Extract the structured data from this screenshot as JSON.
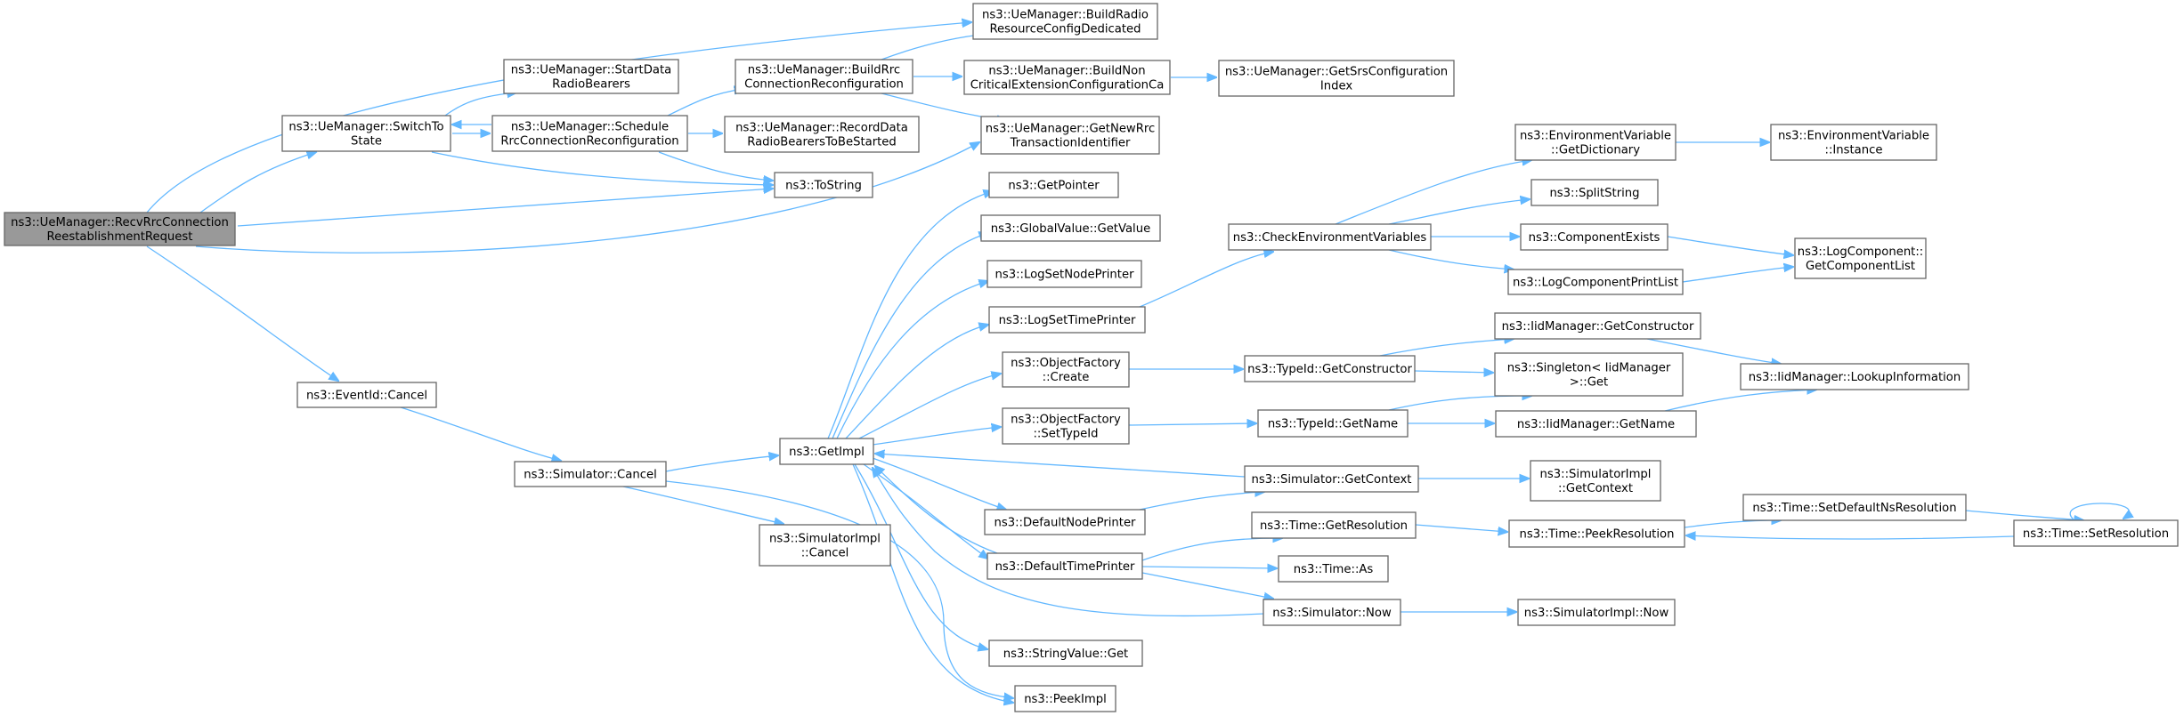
{
  "graph": {
    "colors": {
      "edge": "#63b8ff",
      "node_border": "#666666",
      "root_fill": "#999999",
      "node_fill": "#ffffff"
    },
    "nodes": [
      {
        "id": "root",
        "lines": [
          "ns3::UeManager::RecvRrcConnection",
          "ReestablishmentRequest"
        ]
      },
      {
        "id": "switchto",
        "lines": [
          "ns3::UeManager::SwitchTo",
          "State"
        ]
      },
      {
        "id": "startdata",
        "lines": [
          "ns3::UeManager::StartData",
          "RadioBearers"
        ]
      },
      {
        "id": "schedule",
        "lines": [
          "ns3::UeManager::Schedule",
          "RrcConnectionReconfiguration"
        ]
      },
      {
        "id": "buildrrc",
        "lines": [
          "ns3::UeManager::BuildRrc",
          "ConnectionReconfiguration"
        ]
      },
      {
        "id": "recorddata",
        "lines": [
          "ns3::UeManager::RecordData",
          "RadioBearersToBeStarted"
        ]
      },
      {
        "id": "tostring",
        "lines": [
          "ns3::ToString"
        ]
      },
      {
        "id": "buildradio",
        "lines": [
          "ns3::UeManager::BuildRadio",
          "ResourceConfigDedicated"
        ]
      },
      {
        "id": "buildnon",
        "lines": [
          "ns3::UeManager::BuildNon",
          "CriticalExtensionConfigurationCa"
        ]
      },
      {
        "id": "getsrs",
        "lines": [
          "ns3::UeManager::GetSrsConfiguration",
          "Index"
        ]
      },
      {
        "id": "getnewrrc",
        "lines": [
          "ns3::UeManager::GetNewRrc",
          "TransactionIdentifier"
        ]
      },
      {
        "id": "eventcancel",
        "lines": [
          "ns3::EventId::Cancel"
        ]
      },
      {
        "id": "simcancel",
        "lines": [
          "ns3::Simulator::Cancel"
        ]
      },
      {
        "id": "simimplcancel",
        "lines": [
          "ns3::SimulatorImpl",
          "::Cancel"
        ]
      },
      {
        "id": "getimpl",
        "lines": [
          "ns3::GetImpl"
        ]
      },
      {
        "id": "getpointer",
        "lines": [
          "ns3::GetPointer"
        ]
      },
      {
        "id": "globalvalue",
        "lines": [
          "ns3::GlobalValue::GetValue"
        ]
      },
      {
        "id": "lognode",
        "lines": [
          "ns3::LogSetNodePrinter"
        ]
      },
      {
        "id": "logtime",
        "lines": [
          "ns3::LogSetTimePrinter"
        ]
      },
      {
        "id": "ofcreate",
        "lines": [
          "ns3::ObjectFactory",
          "::Create"
        ]
      },
      {
        "id": "ofsettype",
        "lines": [
          "ns3::ObjectFactory",
          "::SetTypeId"
        ]
      },
      {
        "id": "defnode",
        "lines": [
          "ns3::DefaultNodePrinter"
        ]
      },
      {
        "id": "deftime",
        "lines": [
          "ns3::DefaultTimePrinter"
        ]
      },
      {
        "id": "strget",
        "lines": [
          "ns3::StringValue::Get"
        ]
      },
      {
        "id": "peekimpl",
        "lines": [
          "ns3::PeekImpl"
        ]
      },
      {
        "id": "checkenv",
        "lines": [
          "ns3::CheckEnvironmentVariables"
        ]
      },
      {
        "id": "envdict",
        "lines": [
          "ns3::EnvironmentVariable",
          "::GetDictionary"
        ]
      },
      {
        "id": "envinst",
        "lines": [
          "ns3::EnvironmentVariable",
          "::Instance"
        ]
      },
      {
        "id": "splitstring",
        "lines": [
          "ns3::SplitString"
        ]
      },
      {
        "id": "compexists",
        "lines": [
          "ns3::ComponentExists"
        ]
      },
      {
        "id": "logcomplist",
        "lines": [
          "ns3::LogComponentPrintList"
        ]
      },
      {
        "id": "getcomplist",
        "lines": [
          "ns3::LogComponent::",
          "GetComponentList"
        ]
      },
      {
        "id": "tidgetctor",
        "lines": [
          "ns3::TypeId::GetConstructor"
        ]
      },
      {
        "id": "tidgetname",
        "lines": [
          "ns3::TypeId::GetName"
        ]
      },
      {
        "id": "iidgetctor",
        "lines": [
          "ns3::IidManager::GetConstructor"
        ]
      },
      {
        "id": "singleton",
        "lines": [
          "ns3::Singleton< IidManager",
          ">::Get"
        ]
      },
      {
        "id": "iidgetname",
        "lines": [
          "ns3::IidManager::GetName"
        ]
      },
      {
        "id": "iidlookup",
        "lines": [
          "ns3::IidManager::LookupInformation"
        ]
      },
      {
        "id": "simgetctx",
        "lines": [
          "ns3::Simulator::GetContext"
        ]
      },
      {
        "id": "simimplgetctx",
        "lines": [
          "ns3::SimulatorImpl",
          "::GetContext"
        ]
      },
      {
        "id": "timegetres",
        "lines": [
          "ns3::Time::GetResolution"
        ]
      },
      {
        "id": "timeas",
        "lines": [
          "ns3::Time::As"
        ]
      },
      {
        "id": "simnow",
        "lines": [
          "ns3::Simulator::Now"
        ]
      },
      {
        "id": "simimplnow",
        "lines": [
          "ns3::SimulatorImpl::Now"
        ]
      },
      {
        "id": "peekres",
        "lines": [
          "ns3::Time::PeekResolution"
        ]
      },
      {
        "id": "setdefns",
        "lines": [
          "ns3::Time::SetDefaultNsResolution"
        ]
      },
      {
        "id": "setres",
        "lines": [
          "ns3::Time::SetResolution"
        ]
      }
    ]
  }
}
